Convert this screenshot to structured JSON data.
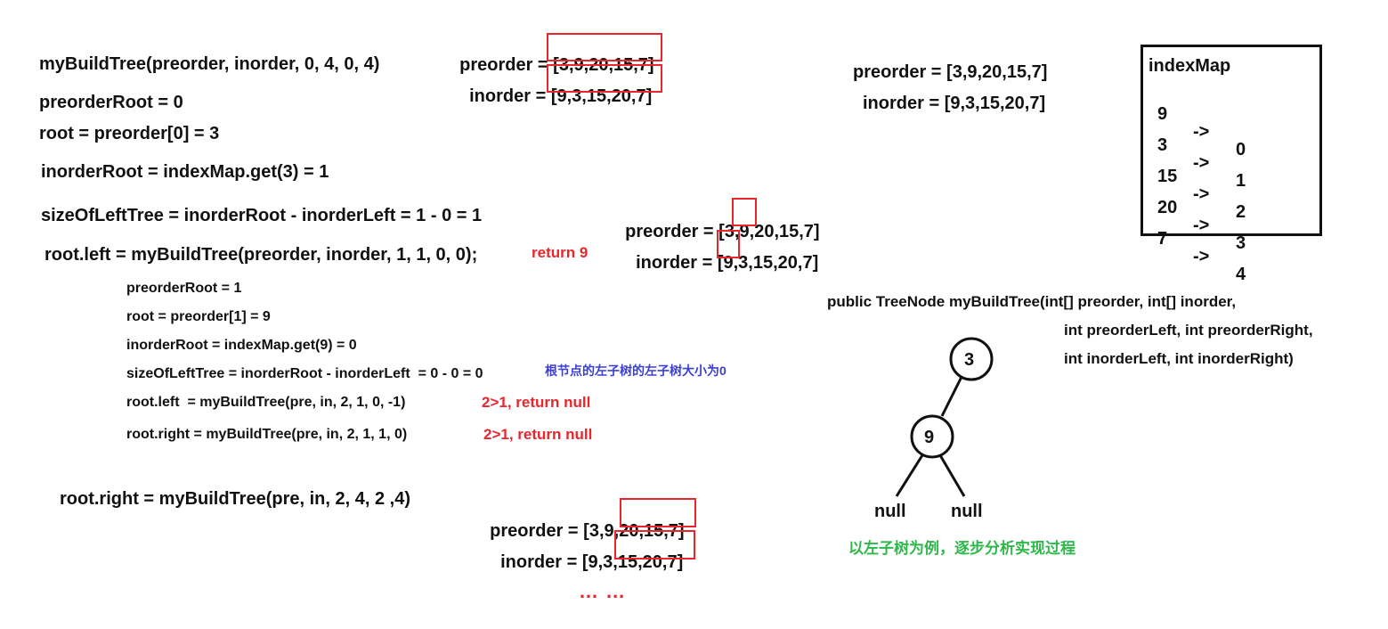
{
  "main_calls": {
    "call": "myBuildTree(preorder, inorder, 0, 4, 0, 4)",
    "preorder_root": "preorderRoot = 0",
    "root": "root = preorder[0] = 3",
    "inorder_root": "inorderRoot = indexMap.get(3) = 1",
    "size_left": "sizeOfLeftTree = inorderRoot - inorderLeft = 1 - 0 = 1",
    "root_left": "root.left = myBuildTree(preorder, inorder, 1, 1, 0, 0);",
    "return_9": "return 9",
    "root_right": "root.right = myBuildTree(pre, in, 2, 4, 2 ,4)"
  },
  "left_sub": {
    "preorder_root": "preorderRoot = 1",
    "root": "root = preorder[1] = 9",
    "inorder_root": "inorderRoot = indexMap.get(9) = 0",
    "size_left": "sizeOfLeftTree = inorderRoot - inorderLeft  = 0 - 0 = 0",
    "note": "根节点的左子树的左子树大小为0",
    "left_call": "root.left  = myBuildTree(pre, in, 2, 1, 0, -1)",
    "left_result": "2>1, return null",
    "right_call": "root.right = myBuildTree(pre, in, 2, 1, 1, 0)",
    "right_result": "2>1, return null"
  },
  "arrays_top": {
    "preorder_label": "preorder = ",
    "preorder_value": "[3,9,20,15,7]",
    "inorder_label": "inorder = ",
    "inorder_value": "[9,3,15,20,7]"
  },
  "arrays_mid": {
    "preorder_label": "preorder = ",
    "preorder_pre": "[3,",
    "preorder_hl": "9",
    "preorder_post": ",20,15,7]",
    "inorder_label": "inorder = ",
    "inorder_pre": "[",
    "inorder_hl": "9",
    "inorder_post": ",3,15,20,7]"
  },
  "arrays_bottom": {
    "preorder_label": "preorder = ",
    "preorder_pre": "[3,9,",
    "preorder_hl": "20,15,7]",
    "inorder_label": "inorder = ",
    "inorder_pre": "[9,3,",
    "inorder_hl": "15,20,7]",
    "ellipsis": "… …"
  },
  "arrays_right": {
    "preorder": "preorder = [3,9,20,15,7]",
    "inorder": "inorder = [9,3,15,20,7]"
  },
  "index_map": {
    "title": "indexMap",
    "rows": [
      {
        "key": "9",
        "arrow": "->",
        "value": "0"
      },
      {
        "key": "3",
        "arrow": "->",
        "value": "1"
      },
      {
        "key": "15",
        "arrow": "->",
        "value": "2"
      },
      {
        "key": "20",
        "arrow": "->",
        "value": "3"
      },
      {
        "key": "7",
        "arrow": "->",
        "value": "4"
      }
    ]
  },
  "signature": {
    "line1": "public TreeNode myBuildTree(int[] preorder, int[] inorder,",
    "line2": "int preorderLeft, int preorderRight,",
    "line3": "int inorderLeft, int inorderRight)"
  },
  "tree": {
    "root": "3",
    "left": "9",
    "null_left": "null",
    "null_right": "null",
    "caption": "以左子树为例，逐步分析实现过程"
  },
  "colors": {
    "highlight": "#e8262c",
    "note": "#3b3fd8",
    "caption": "#2db84a"
  }
}
